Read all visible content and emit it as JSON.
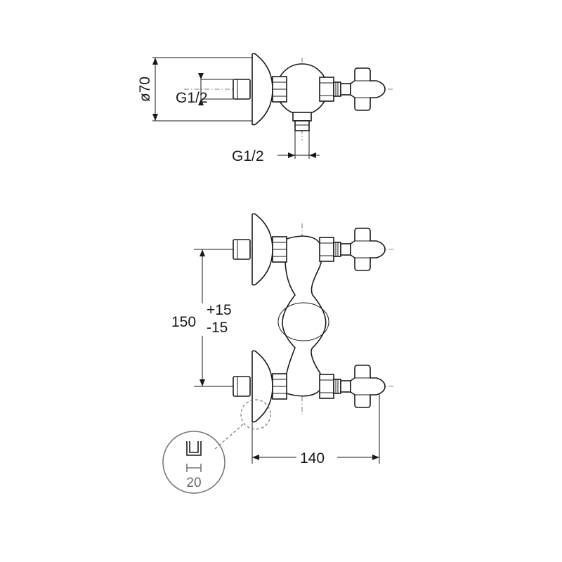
{
  "dimensions": {
    "flange_diameter": "ø70",
    "inlet_thread": "G1/2",
    "outlet_thread": "G1/2",
    "center_distance": "150",
    "tolerance_plus": "+15",
    "tolerance_minus": "-15",
    "projection": "140"
  },
  "detail": {
    "depth_value": "20"
  }
}
